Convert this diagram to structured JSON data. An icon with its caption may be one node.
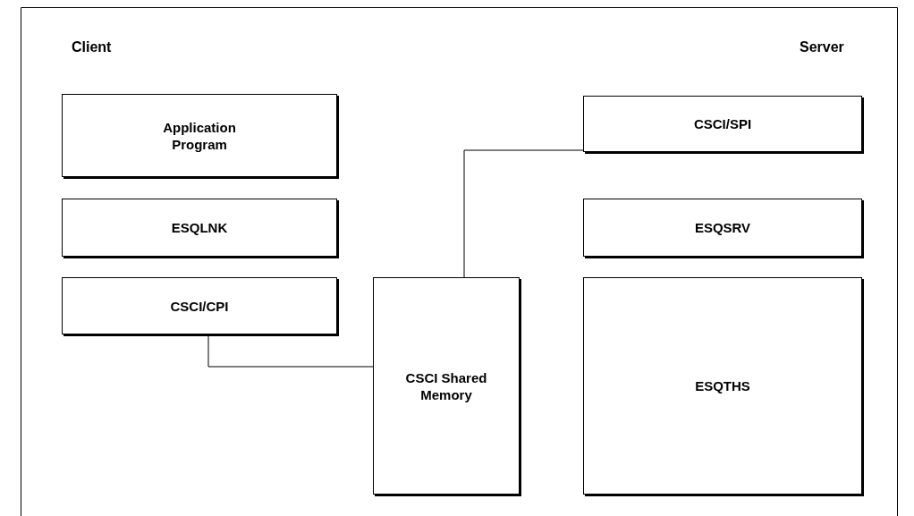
{
  "diagram": {
    "nodes": [
      {
        "text": [
          "Application Program"
        ]
      },
      {
        "text": [
          "ESQLNK"
        ]
      },
      {
        "text": [
          "CSCI/CPI"
        ]
      },
      {
        "text": [
          "CSCI Shared Memory"
        ]
      },
      {
        "text": [
          "CSCI/SPI"
        ]
      },
      {
        "text": [
          "ESQSRV"
        ]
      },
      {
        "text": [
          "ESQTHS"
        ]
      }
    ],
    "edges": [
      {
        "from": 2,
        "to": 3,
        "arrow": "none"
      },
      {
        "from": 3,
        "to": 4,
        "arrow": "none"
      }
    ],
    "labels": [
      "Client",
      "Server"
    ]
  }
}
